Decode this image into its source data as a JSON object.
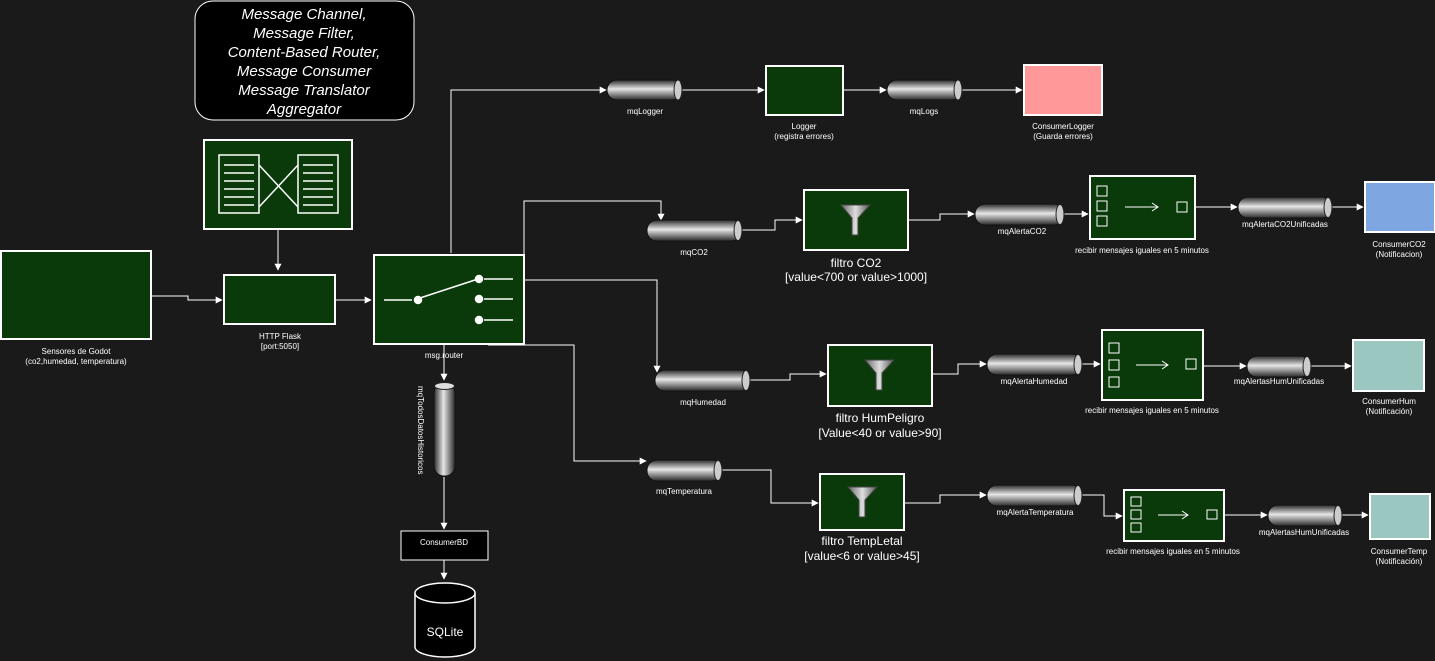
{
  "notes": {
    "lines": [
      "Message Channel,",
      "Message Filter,",
      "Content-Based Router,",
      "Message Consumer",
      "Message Translator",
      "Aggregator"
    ]
  },
  "nodes": {
    "sensors": {
      "label": "Sensores de Godot",
      "sublabel": "(co2,humedad, temperatura)"
    },
    "flask": {
      "label": "HTTP Flask",
      "sublabel": "[port:5050]"
    },
    "router": {
      "label": "msg.router"
    },
    "historicos": {
      "label": "mqTodosDatosHistoricos"
    },
    "consumer_bd": {
      "label": "ConsumerBD"
    },
    "sqlite": {
      "label": "SQLite"
    },
    "mq_logger": {
      "label": "mqLogger"
    },
    "logger": {
      "label": "Logger",
      "sublabel": "(registra errores)"
    },
    "mq_logs": {
      "label": "mqLogs"
    },
    "consumer_logger": {
      "label": "ConsumerLogger",
      "sublabel": "(Guarda errores)"
    },
    "mq_co2": {
      "label": "mqCO2"
    },
    "filtro_co2": {
      "label": "filtro CO2",
      "sublabel": "[value<700 or value>1000]"
    },
    "mq_alerta_co2": {
      "label": "mqAlertaCO2"
    },
    "agg_co2": {
      "label": "recibir mensajes iguales en 5 minutos"
    },
    "mq_alerta_co2_unif": {
      "label": "mqAlertaCO2Unificadas"
    },
    "consumer_co2": {
      "label": "ConsumerCO2",
      "sublabel": "(Notificacion)"
    },
    "mq_humedad": {
      "label": "mqHumedad"
    },
    "filtro_hum": {
      "label": "filtro HumPeligro",
      "sublabel": "[Value<40 or value>90]"
    },
    "mq_alerta_hum": {
      "label": "mqAlertaHumedad"
    },
    "agg_hum": {
      "label": "recibir mensajes iguales en 5 minutos"
    },
    "mq_alertas_hum_unif": {
      "label": "mqAlertasHumUnificadas"
    },
    "consumer_hum": {
      "label": "ConsumerHum",
      "sublabel": "(Notificación)"
    },
    "mq_temperatura": {
      "label": "mqTemperatura"
    },
    "filtro_temp": {
      "label": "filtro TempLetal",
      "sublabel": "[value<6 or value>45]"
    },
    "mq_alerta_temp": {
      "label": "mqAlertaTemperatura"
    },
    "agg_temp": {
      "label": "recibir mensajes iguales en 5 minutos"
    },
    "mq_alertas_hum_unif_2": {
      "label": "mqAlertasHumUnificadas"
    },
    "consumer_temp": {
      "label": "ConsumerTemp",
      "sublabel": "(Notificación)"
    }
  },
  "colors": {
    "background": "#1a1a1a",
    "box_fill": "#0a3a0a",
    "consumer_logger": "#ff9999",
    "consumer_co2": "#7ea6e0",
    "consumer_hum": "#9ac7bf"
  }
}
